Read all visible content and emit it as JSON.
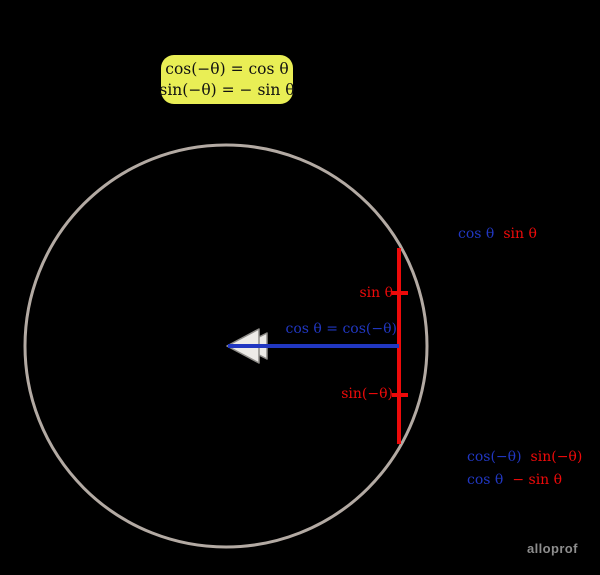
{
  "page": {
    "background": "#000000"
  },
  "formula_box": {
    "bg": "#e9ee55",
    "text_color": "#111111",
    "line1": "cos(−θ) = cos θ",
    "line2": "sin(−θ) = − sin θ"
  },
  "diagram": {
    "circle_color": "#b3aaa3",
    "blue": "#2137c1",
    "red": "#ee0a0a",
    "arrow_fill": "#edebe7",
    "arrow_stroke": "#8f8d89",
    "labels": {
      "point_top_cos": "cos θ",
      "point_top_sin": "sin θ",
      "sin_label": "sin θ",
      "cos_line_label": "cos θ = cos(−θ)",
      "sin_neg_label": "sin(−θ)",
      "point_bottom1_cos": "cos(−θ)",
      "point_bottom1_sin": "sin(−θ)",
      "point_bottom2_cos": "cos θ",
      "point_bottom2_sin": "− sin θ"
    }
  },
  "watermark": {
    "text": "alloprof",
    "color": "#8d8d8d"
  }
}
